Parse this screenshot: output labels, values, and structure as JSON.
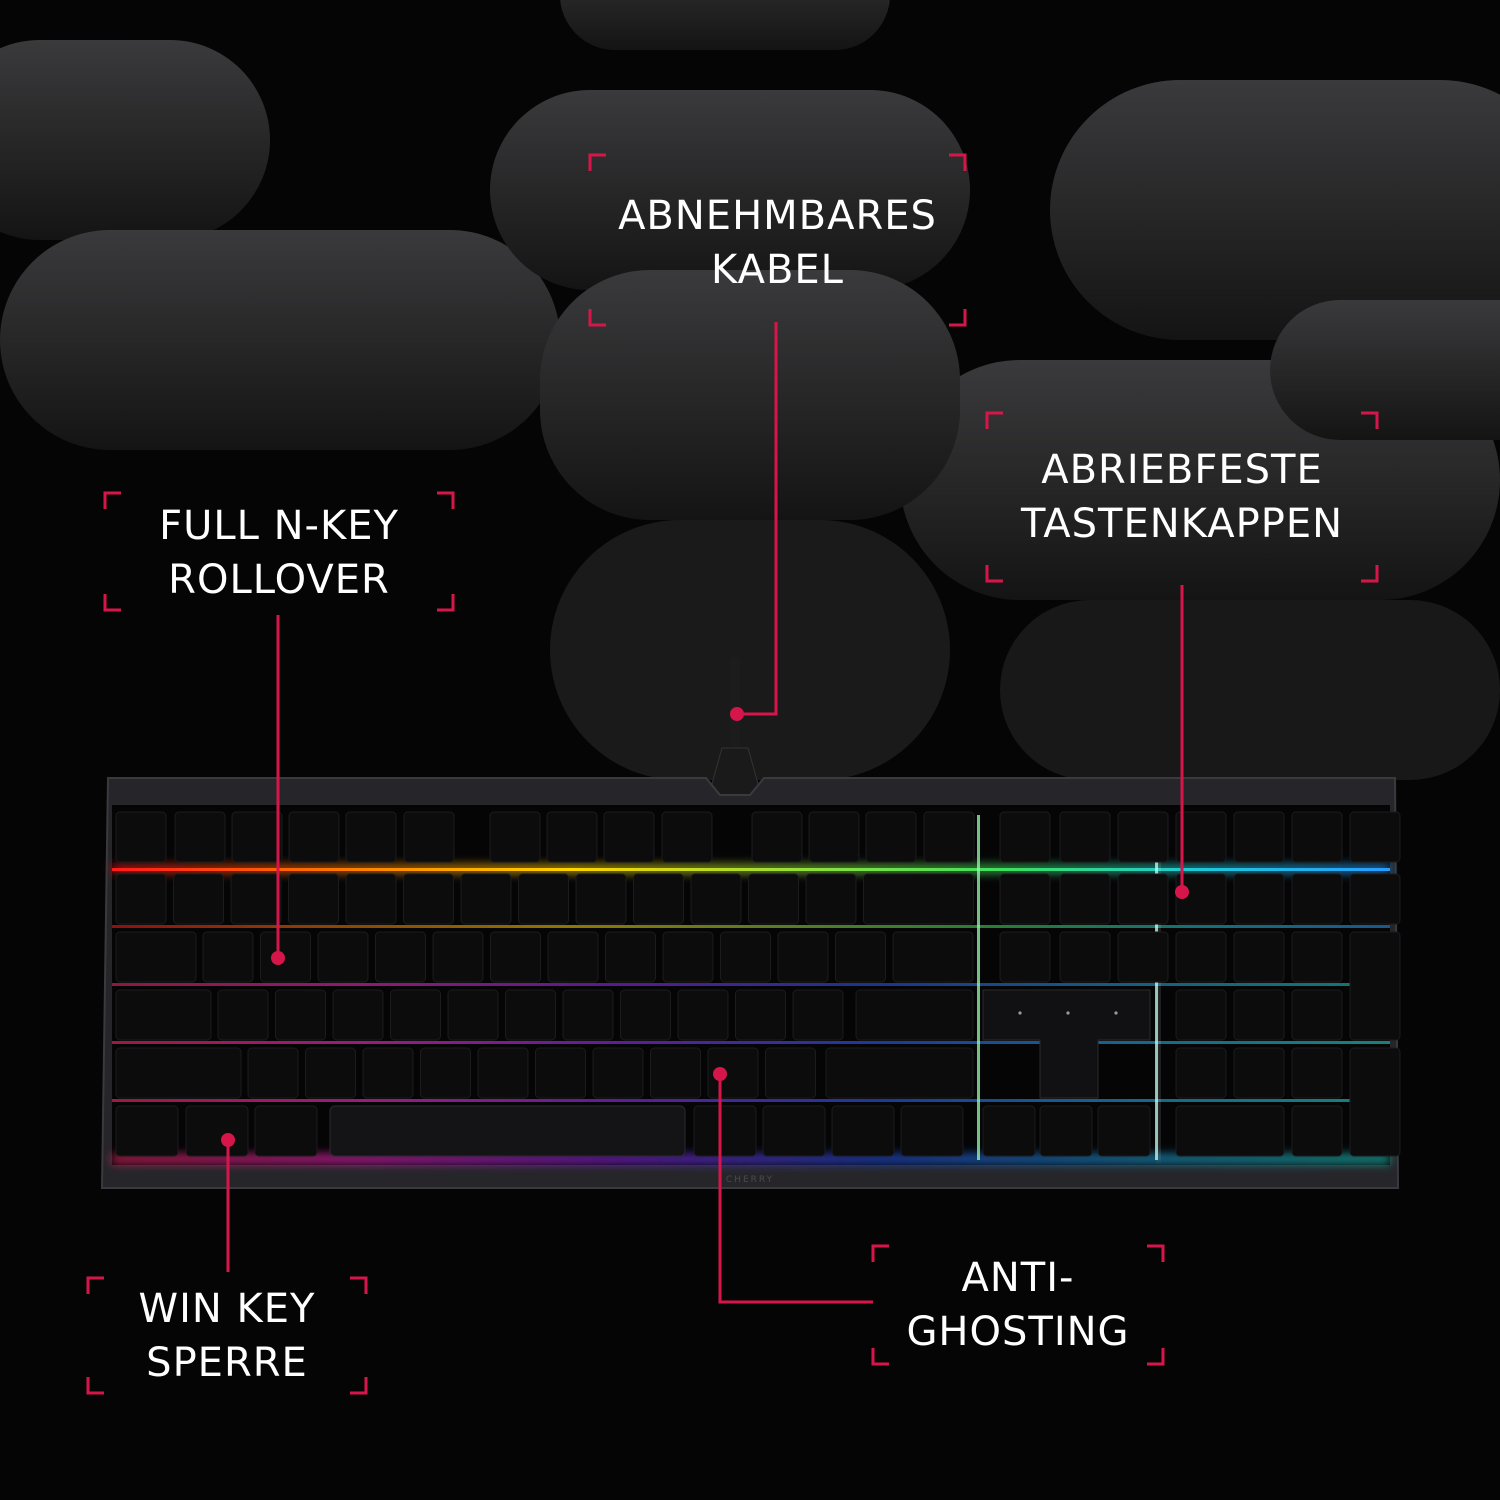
{
  "callouts": {
    "cable": {
      "line1": "ABNEHMBARES",
      "line2": "KABEL"
    },
    "rollover": {
      "line1": "FULL N-KEY",
      "line2": "ROLLOVER"
    },
    "keycaps": {
      "line1": "ABRIEBFESTE",
      "line2": "TASTENKAPPEN"
    },
    "winkey": {
      "line1": "WIN KEY",
      "line2": "SPERRE"
    },
    "ghosting": {
      "line1": "ANTI-",
      "line2": "GHOSTING"
    }
  },
  "colors": {
    "accent": "#d6164a",
    "background": "#050505",
    "keyboard_case": "#1e1e20",
    "keycap": "#0c0c0d",
    "rgb_gradient": [
      "#ff1a1a",
      "#ff7a00",
      "#ffd400",
      "#3ee060",
      "#20c8d8",
      "#2a5cff",
      "#9a2cff",
      "#ff2ad0"
    ]
  },
  "keyboard": {
    "icon": "keyboard-icon",
    "cable_icon": "usb-cable-icon"
  }
}
